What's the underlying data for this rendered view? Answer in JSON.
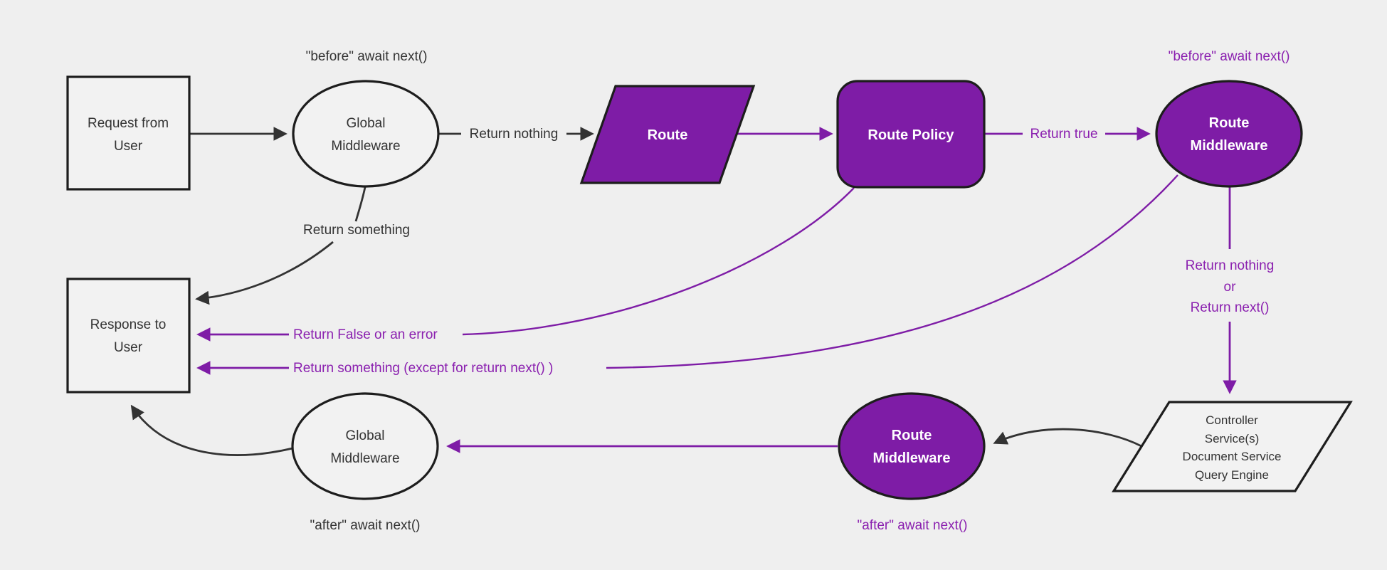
{
  "diagram": {
    "title": "request-lifecycle-middleware-flowchart",
    "colors": {
      "background": "#efefef",
      "light_fill": "#f2f2f2",
      "purple_fill": "#7e1ca6",
      "purple_line": "#7e1ca6",
      "purple_text": "#8a1faf",
      "dark_stroke": "#1d1d1d",
      "dark_line": "#333333",
      "dark_text": "#333333",
      "white_text": "#ffffff"
    },
    "nodes": {
      "request": {
        "line1": "Request from",
        "line2": "User"
      },
      "global_mw_top": {
        "line1": "Global",
        "line2": "Middleware"
      },
      "route": {
        "label": "Route"
      },
      "route_policy": {
        "label": "Route Policy"
      },
      "route_mw_top": {
        "line1": "Route",
        "line2": "Middleware"
      },
      "controller": {
        "line1": "Controller",
        "line2": "Service(s)",
        "line3": "Document Service",
        "line4": "Query Engine"
      },
      "route_mw_bottom": {
        "line1": "Route",
        "line2": "Middleware"
      },
      "global_mw_bottom": {
        "line1": "Global",
        "line2": "Middleware"
      },
      "response": {
        "line1": "Response to",
        "line2": "User"
      }
    },
    "edge_labels": {
      "before_await_black": "\"before\" await next()",
      "before_await_purple": "\"before\" await next()",
      "return_nothing": "Return nothing",
      "return_true": "Return true",
      "return_something": "Return something",
      "return_nothing_or_1": "Return nothing",
      "return_nothing_or_2": "or",
      "return_nothing_or_3": "Return next()",
      "return_false_or_error": "Return False or an error",
      "return_something_except": "Return something (except for return next() )",
      "after_await_purple": "\"after\" await next()",
      "after_await_black": "\"after\" await next()"
    }
  }
}
